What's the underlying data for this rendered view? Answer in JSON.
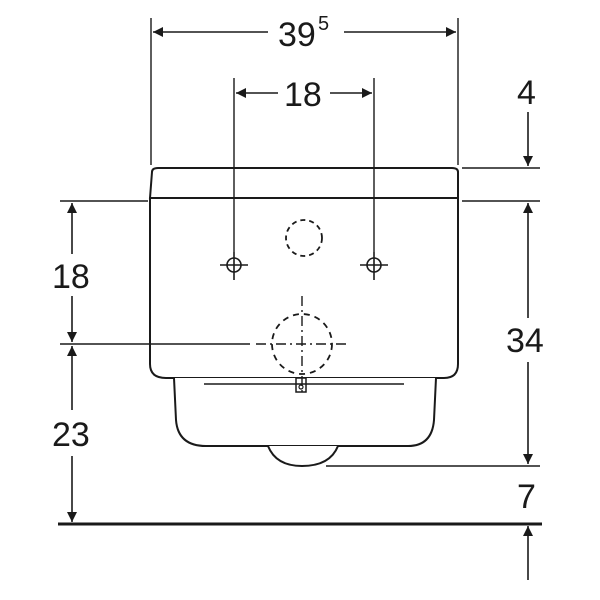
{
  "dimensions": {
    "total_width": {
      "main": "39",
      "sup": "5"
    },
    "fixing_spacing": "18",
    "lid_offset": "4",
    "body_height": "34",
    "fixing_to_drain": "18",
    "drain_height": "23",
    "outlet_drop": "7"
  },
  "colors": {
    "line": "#1a1a1a",
    "background": "#ffffff"
  }
}
